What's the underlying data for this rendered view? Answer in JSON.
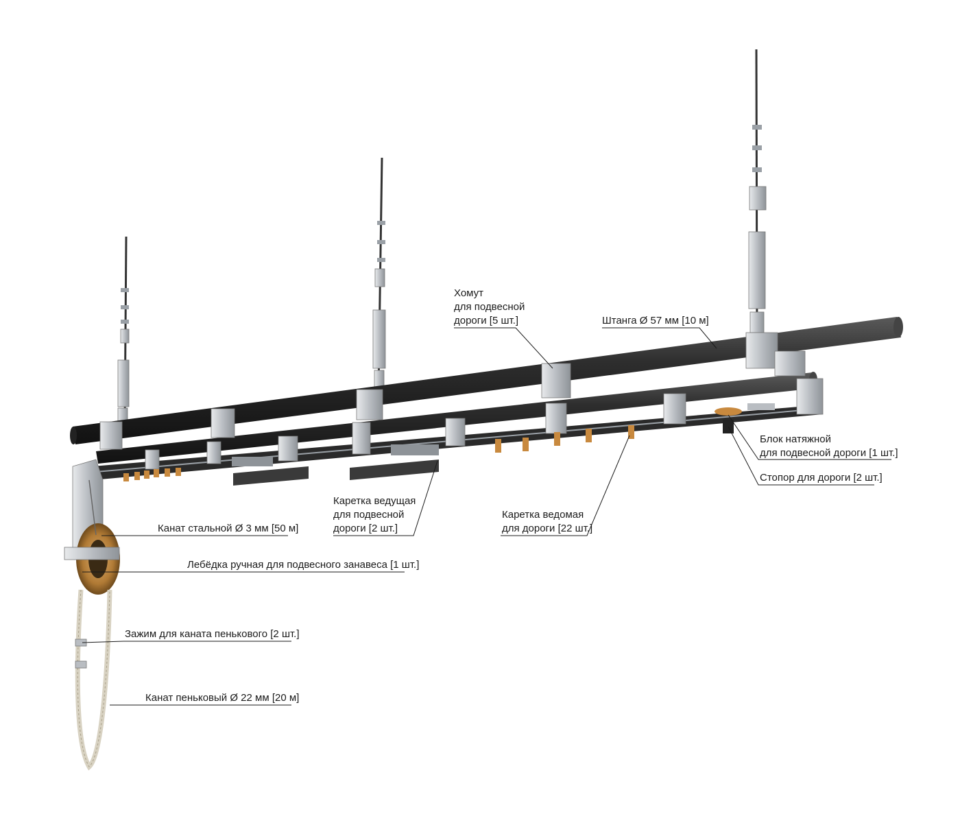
{
  "labels": {
    "clamp": [
      "Хомут",
      "для подвесной",
      "дороги [5 шт.]"
    ],
    "bar": "Штанга Ø 57 мм [10 м]",
    "tension_block": [
      "Блок натяжной",
      "для подвесной дороги [1 шт.]"
    ],
    "stopper": "Стопор для дороги [2 шт.]",
    "lead_carriage": [
      "Каретка ведущая",
      "для подвесной",
      "дороги [2 шт.]"
    ],
    "follower_carriage": [
      "Каретка ведомая",
      "для дороги [22 шт.]"
    ],
    "steel_rope": "Канат стальной Ø 3 мм [50 м]",
    "winch": "Лебёдка ручная для подвесного занавеса [1 шт.]",
    "hemp_clamp": "Зажим для каната пенькового [2 шт.]",
    "hemp_rope": "Канат пеньковый Ø 22 мм [20 м]"
  },
  "colors": {
    "pipe": "#2b2b2b",
    "steel": "#c9ccd0",
    "brass": "#c8893e",
    "rope": "#d8d2c2",
    "winch_wheel": "#b07a35",
    "text": "#1a1a1a"
  }
}
